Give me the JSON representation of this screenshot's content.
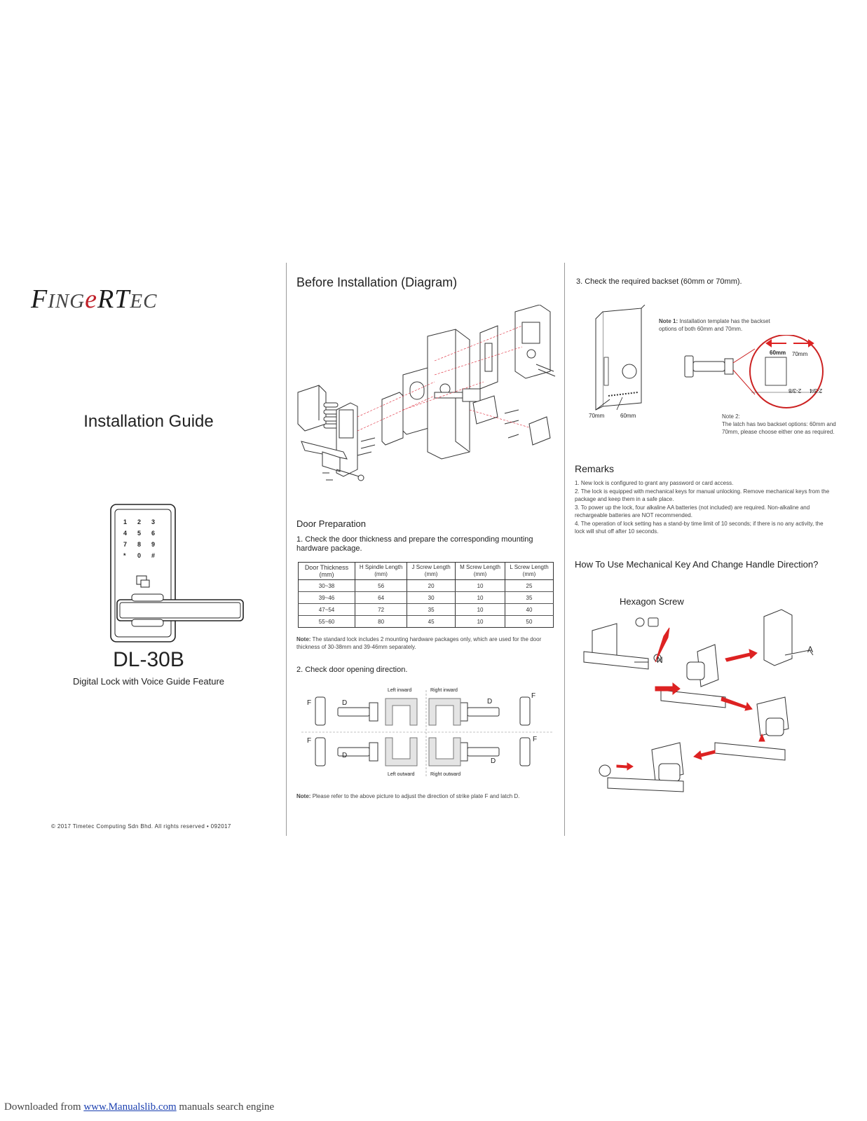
{
  "brand": {
    "logo_text": "FingerTec"
  },
  "left": {
    "title": "Installation Guide",
    "keypad_keys": [
      "1",
      "2",
      "3",
      "4",
      "5",
      "6",
      "7",
      "8",
      "9",
      "*",
      "0",
      "#"
    ],
    "model": "DL-30B",
    "model_subtitle": "Digital Lock with Voice Guide Feature",
    "copyright": "© 2017 Timetec Computing Sdn Bhd. All rights reserved • 092017"
  },
  "middle": {
    "heading": "Before Installation (Diagram)",
    "door_prep_heading": "Door Preparation",
    "step1": "1. Check the door thickness and prepare the corresponding mounting hardware package.",
    "table": {
      "headers": [
        "Door Thickness (mm)",
        "H Spindle Length (mm)",
        "J Screw Length (mm)",
        "M Screw Length (mm)",
        "L Screw Length (mm)"
      ],
      "rows": [
        [
          "30~38",
          "56",
          "20",
          "10",
          "25"
        ],
        [
          "39~46",
          "64",
          "30",
          "10",
          "35"
        ],
        [
          "47~54",
          "72",
          "35",
          "10",
          "40"
        ],
        [
          "55~60",
          "80",
          "45",
          "10",
          "50"
        ]
      ]
    },
    "note1_label": "Note:",
    "note1_text": "The standard lock includes 2 mounting hardware packages only, which are used for the door thickness of 30-38mm and 39-46mm separately.",
    "step2": "2. Check door opening direction.",
    "directions": {
      "left_inward": "Left inward",
      "right_inward": "Right inward",
      "left_outward": "Left outward",
      "right_outward": "Right outward",
      "f": "F",
      "d": "D"
    },
    "note2_label": "Note:",
    "note2_text": "Please refer to the above picture to adjust the direction of strike plate F and latch D."
  },
  "right": {
    "step3": "3. Check the required backset (60mm or 70mm).",
    "note1_label": "Note 1:",
    "note1_text": "Installation template has the backset options of both 60mm and 70mm.",
    "dim_70": "70mm",
    "dim_60": "60mm",
    "ruler_60": "60mm",
    "ruler_70": "70mm",
    "ruler_imperial_a": "2-3/8",
    "ruler_imperial_b": "2-3/4",
    "note2_label": "Note 2:",
    "note2_text": "The latch has two backset options: 60mm and 70mm, please choose either one as required.",
    "remarks_heading": "Remarks",
    "remarks": [
      "1. New lock is configured to grant any password or card access.",
      "2. The lock is equipped with mechanical keys for manual unlocking. Remove mechanical keys from the package and keep them in a safe place.",
      "3. To power up the lock, four alkaline AA batteries (not included) are required. Non-alkaline and rechargeable batteries are NOT recommended.",
      "4. The operation of lock setting has a stand-by time limit of 10 seconds; if there is no any activity, the lock will shut off after 10 seconds."
    ],
    "mech_heading": "How To Use Mechanical Key And Change Handle Direction?",
    "hex_label": "Hexagon Screw",
    "label_n": "N",
    "label_a": "A"
  },
  "footer": {
    "prefix": "Downloaded from ",
    "link": "www.Manualslib.com",
    "suffix": " manuals search engine"
  }
}
